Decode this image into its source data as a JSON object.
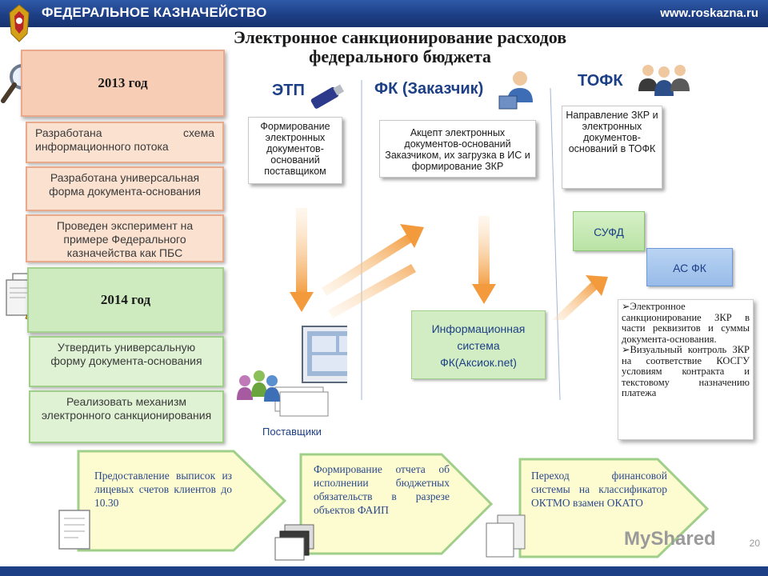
{
  "header": {
    "org": "ФЕДЕРАЛЬНОЕ КАЗНАЧЕЙСТВО",
    "url": "www.roskazna.ru"
  },
  "title": {
    "line1": "Электронное санкционирование расходов",
    "line2": "федерального бюджета"
  },
  "left": {
    "year1": "2013 год",
    "items2013": [
      "Разработана схема информационного потока",
      "Разработана универсальная форма документа-основания",
      "Проведен эксперимент на примере Федерального казначейства как ПБС"
    ],
    "year2": "2014 год",
    "items2014": [
      "Утвердить универсальную форму документа-основания",
      "Реализовать механизм электронного санкционирования"
    ]
  },
  "columns": {
    "etp": "ЭТП",
    "fk": "ФК (Заказчик)",
    "tofk": "ТОФК"
  },
  "notes": {
    "etp": "Формирование электронных документов-оснований поставщиком",
    "fk": "Акцепт электронных документов-оснований Заказчиком, их загрузка в ИС и формирование ЗКР",
    "tofk": "Направление ЗКР и электронных документов-оснований в ТОФК"
  },
  "systems": {
    "sufd": "СУФД",
    "asfk": "АС ФК",
    "info_line1": "Информационная",
    "info_line2": "система",
    "info_line3": "ФК(Аксиок.net)",
    "suppliers": "Поставщики"
  },
  "checks": [
    "Электронное санкционирование ЗКР в части реквизитов и суммы документа-основания.",
    "Визуальный контроль ЗКР на соответствие КОСГУ условиям контракта и текстовому назначению платежа"
  ],
  "bottom": [
    "Предоставление выписок из лицевых счетов клиентов до 10.30",
    "Формирование отчета об исполнении бюджетных обязательств в разрезе объектов ФАИП",
    "Переход финансовой системы на классификатор ОКТМО взамен ОКАТО"
  ],
  "page_number": "20",
  "watermark": "MyShared",
  "colors": {
    "header_blue": "#1d3f86",
    "peach": "#f7cdb5",
    "green": "#cdebbf",
    "arrow_yellow": "#fdfbd0",
    "flow_orange": "#f5a04a"
  }
}
